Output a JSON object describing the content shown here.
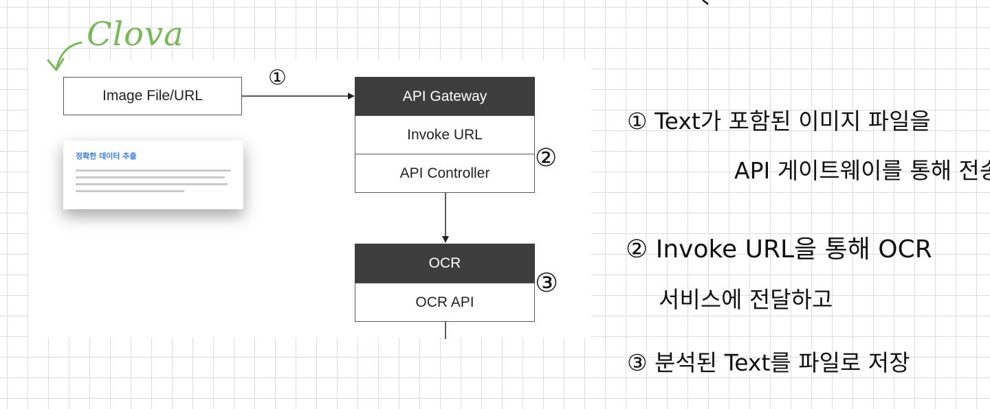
{
  "diagram": {
    "clova_label": "Clova",
    "boxes": {
      "image_file": "Image File/URL",
      "api_gateway": "API Gateway",
      "invoke_url": "Invoke URL",
      "api_controller": "API Controller",
      "ocr": "OCR",
      "ocr_api": "OCR API"
    },
    "markers": {
      "step1": "①",
      "step2": "②",
      "step3": "③"
    },
    "card": {
      "title": "정확한 데이터 추출"
    }
  },
  "notes": {
    "line1": "① Text가 포함된 이미지 파일을",
    "line2": "API 게이트웨이를 통해 전송.",
    "line3": "② Invoke URL을 통해 OCR",
    "line4": "서비스에 전달하고",
    "line5": "③ 분석된 Text를 파일로 저장"
  },
  "colors": {
    "dark_box": "#3d3d3d",
    "clova_green": "#79b85a",
    "card_title_blue": "#3f7ed8",
    "grid": "#dcdcdc"
  }
}
